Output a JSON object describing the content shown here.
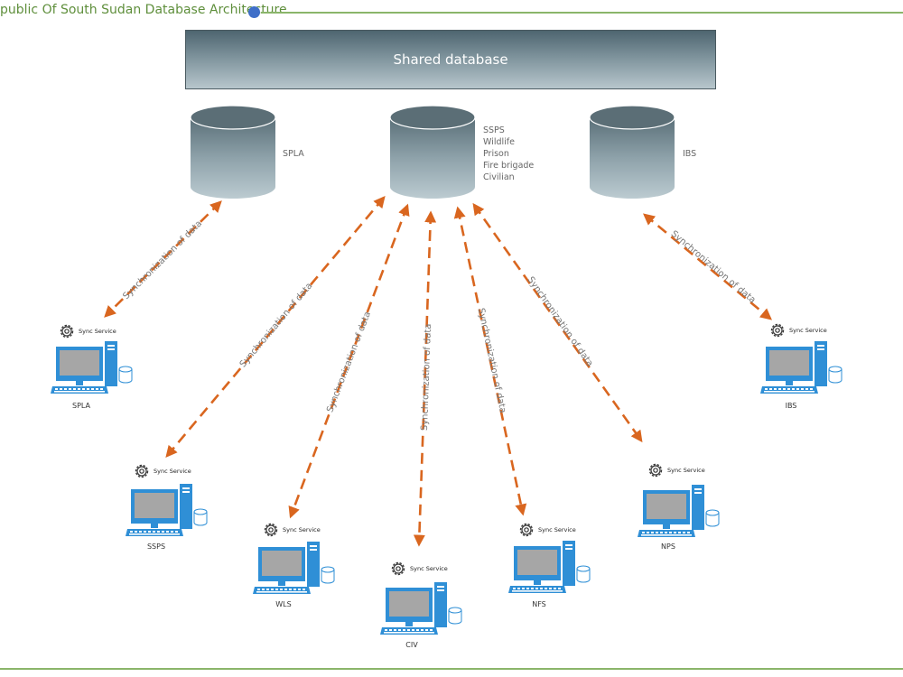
{
  "header": {
    "title": "public Of South Sudan Database Architecture"
  },
  "shared_db": {
    "label": "Shared database"
  },
  "databases": [
    {
      "id": "spla",
      "lines": [
        "SPLA"
      ]
    },
    {
      "id": "ssps",
      "lines": [
        "SSPS",
        "Wildlife",
        "Prison",
        "Fire brigade",
        "Civilian"
      ]
    },
    {
      "id": "ibs",
      "lines": [
        "IBS"
      ]
    }
  ],
  "sync_edge_label": "Synchronization of data",
  "sync_service_label": "Sync Service",
  "nodes": [
    {
      "id": "spla",
      "label": "SPLA"
    },
    {
      "id": "ssps",
      "label": "SSPS"
    },
    {
      "id": "wls",
      "label": "WLS"
    },
    {
      "id": "civ",
      "label": "CIV"
    },
    {
      "id": "nfs",
      "label": "NFS"
    },
    {
      "id": "nps",
      "label": "NPS"
    },
    {
      "id": "ibs",
      "label": "IBS"
    }
  ],
  "colors": {
    "arrow": "#d9661f",
    "accent_line": "#8ab56a",
    "title": "#5f8f3c",
    "dot": "#3f6fc8",
    "monitor": "#2f8fd6"
  }
}
